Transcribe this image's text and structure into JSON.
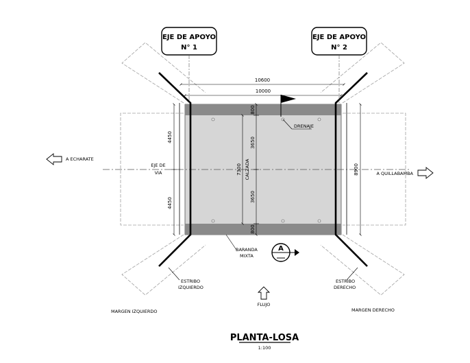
{
  "axis_tags": [
    {
      "line1": "EJE DE APOYO",
      "line2": "N° 1"
    },
    {
      "line1": "EJE DE APOYO",
      "line2": "N° 2"
    }
  ],
  "dimensions": {
    "overall_width": "10600",
    "deck_width": "10000",
    "half_left_top": "4450",
    "half_left_bottom": "4450",
    "total_right": "8900",
    "upper_strip": "800",
    "lower_strip": "800",
    "lane_top": "3650",
    "lane_bottom": "3650",
    "roadway": "7300"
  },
  "labels": {
    "to_left": "A ECHARATE",
    "to_right": "A QUILLABAMBA",
    "road_axis_1": "EJE DE",
    "road_axis_2": "VIA",
    "roadway_name": "CALZADA",
    "drainage": "DRENAJE",
    "railing_1": "BARANDA",
    "railing_2": "MIXTA",
    "section_mark": "A",
    "left_abutment_1": "ESTRIBO",
    "left_abutment_2": "IZQUIERDO",
    "right_abutment_1": "ESTRIBO",
    "right_abutment_2": "DERECHO",
    "flow": "FLUJO",
    "left_bank": "MARGEN IZQUIERDO",
    "right_bank": "MARGEN DERECHO"
  },
  "title": "PLANTA-LOSA",
  "scale": "1:100",
  "colors": {
    "deck_fill": "#d6d6d6",
    "strip_fill": "#8a8a8a",
    "outline_gray": "#9a9a9a",
    "ink": "#000000"
  }
}
